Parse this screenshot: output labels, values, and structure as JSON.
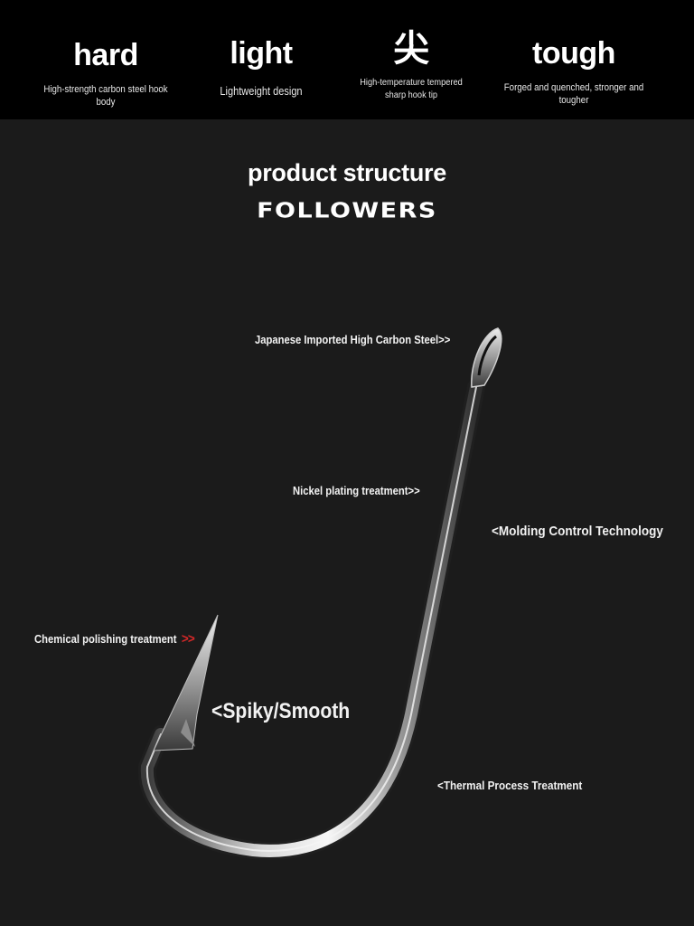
{
  "features": [
    {
      "title": "hard",
      "description": "High-strength carbon steel hook body"
    },
    {
      "title": "light",
      "description": "Lightweight design"
    },
    {
      "title": "尖",
      "description": "High-temperature tempered sharp hook tip"
    },
    {
      "title": "tough",
      "description": "Forged and quenched, stronger and tougher"
    }
  ],
  "section": {
    "title": "product structure",
    "brand": "FOLLOWERS"
  },
  "callouts": {
    "steel": "Japanese Imported High Carbon Steel>>",
    "nickel": "Nickel plating treatment>>",
    "molding": "<Molding Control Technology",
    "polishing": "Chemical polishing treatment",
    "polishing_arrows": ">>",
    "point": "<Spiky/Smooth",
    "thermal": "<Thermal Process Treatment"
  },
  "colors": {
    "background": "#1b1b1b",
    "top_bar": "#000000",
    "accent_red": "#d62828"
  }
}
